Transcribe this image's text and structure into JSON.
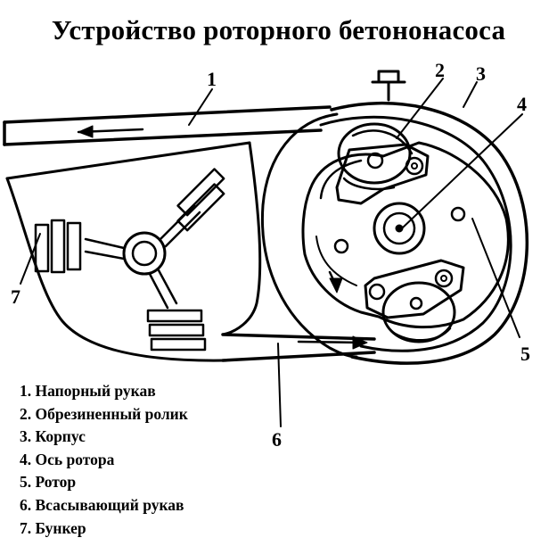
{
  "title": "Устройство роторного бетононасоса",
  "callouts": [
    "1",
    "2",
    "3",
    "4",
    "5",
    "6",
    "7"
  ],
  "legend": [
    "1. Напорный рукав",
    "2. Обрезиненный ролик",
    "3. Корпус",
    "4. Ось ротора",
    "5. Ротор",
    "6. Всасывающий рукав",
    "7. Бункер"
  ]
}
